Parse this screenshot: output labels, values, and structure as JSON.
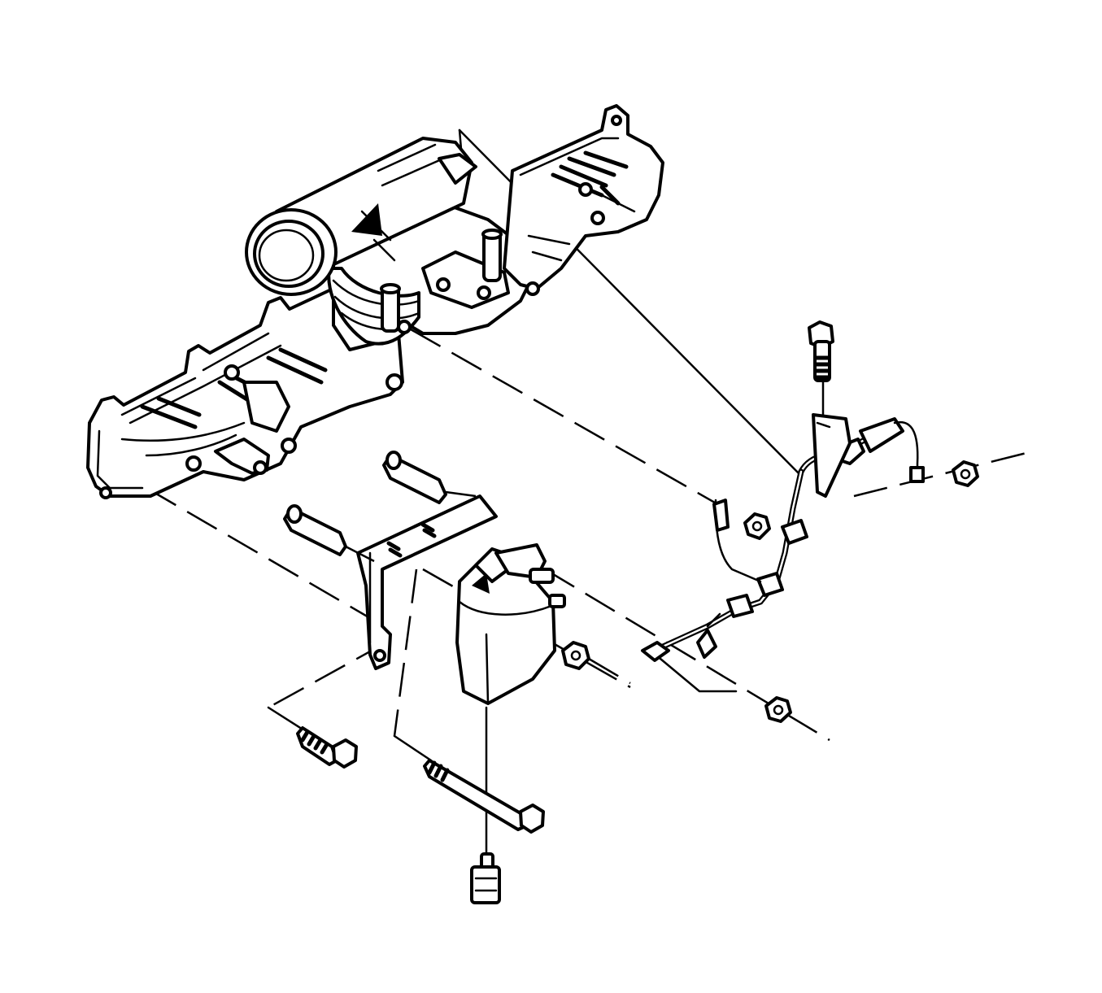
{
  "colors": {
    "line": "#000000",
    "background": "#ffffff"
  },
  "drawing": {
    "style": "line-art",
    "view": "exploded"
  },
  "parts": [
    "intake-manifold",
    "throttle-inlet",
    "mounting-bracket",
    "egr-valve",
    "egr-pipe",
    "pipe-clamp-bolt",
    "bracket-bolt-short",
    "bracket-bolt-long",
    "wire-connector",
    "nut-egr-stud",
    "nut-pipe-upper",
    "nut-pipe-lower",
    "nut-valve"
  ]
}
